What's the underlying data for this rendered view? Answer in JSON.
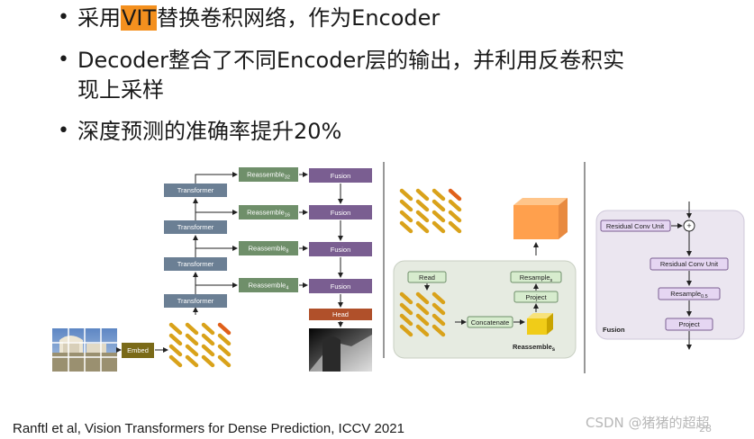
{
  "bullets": [
    {
      "pre": "采用",
      "highlight": "VIT",
      "post": "替换卷积网络，作为Encoder"
    },
    {
      "line1": "Decoder整合了不同Encoder层的输出，并利用反卷积实",
      "line2": "现上采样"
    },
    {
      "text": "深度预测的准确率提升20%"
    }
  ],
  "bullet_symbol": "•",
  "citation": "Ranftl et al, Vision Transformers for Dense Prediction, ICCV 2021",
  "watermark": "CSDN @猪猪的超超",
  "page_number": "28",
  "colors": {
    "highlight": "#f4901e",
    "transformer": "#6b7f94",
    "reassemble": "#6f8f6a",
    "fusion": "#7a5e91",
    "head": "#b0502a",
    "embed": "#7a6a18"
  },
  "diagram_main": {
    "transformer_label": "Transformer",
    "reassemble": [
      {
        "base": "Reassemble",
        "sub": "32"
      },
      {
        "base": "Reassemble",
        "sub": "16"
      },
      {
        "base": "Reassemble",
        "sub": "8"
      },
      {
        "base": "Reassemble",
        "sub": "4"
      }
    ],
    "fusion_label": "Fusion",
    "head_label": "Head",
    "embed_label": "Embed"
  },
  "diagram_reassemble": {
    "read": "Read",
    "concatenate": "Concatenate",
    "resample_base": "Resample",
    "resample_sub": "s",
    "project": "Project",
    "title_base": "Reassemble",
    "title_sub": "s"
  },
  "diagram_fusion": {
    "residual_1": "Residual Conv Unit",
    "residual_2": "Residual Conv Unit",
    "plus": "+",
    "resample_base": "Resample",
    "resample_sub": "0.5",
    "project": "Project",
    "title": "Fusion"
  }
}
